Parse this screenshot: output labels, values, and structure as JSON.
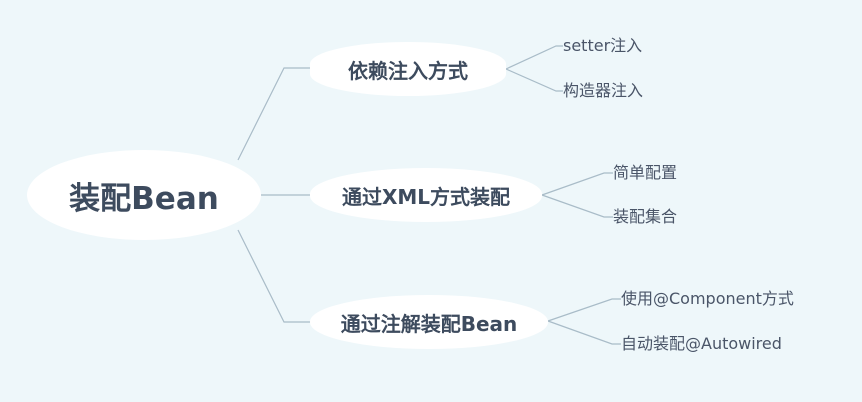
{
  "root": {
    "label": "装配Bean"
  },
  "branches": [
    {
      "label": "依赖注入方式",
      "children": [
        "setter注入",
        "构造器注入"
      ]
    },
    {
      "label": "通过XML方式装配",
      "children": [
        "简单配置",
        "装配集合"
      ]
    },
    {
      "label": "通过注解装配Bean",
      "children": [
        "使用@Component方式",
        "自动装配@Autowired"
      ]
    }
  ],
  "colors": {
    "background": "#eef7fa",
    "node_fill": "#ffffff",
    "node_text": "#3d4b5e",
    "leaf_text": "#4a5568",
    "connector": "#a9bcc8"
  }
}
